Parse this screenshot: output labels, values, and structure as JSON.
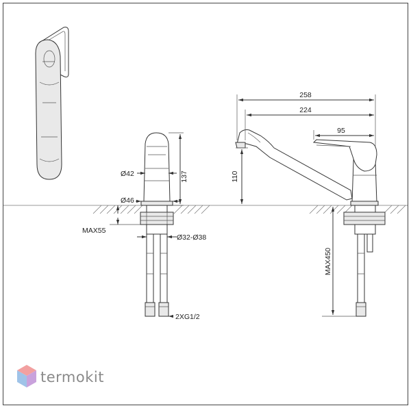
{
  "dimensions": {
    "d42": "Ø42",
    "h137": "137",
    "d46": "Ø46",
    "max55": "MAX55",
    "d32_38": "Ø32-Ø38",
    "xg": "2XG1/2",
    "w258": "258",
    "w224": "224",
    "w95": "95",
    "h110": "110",
    "max450": "MAX450"
  },
  "watermark": {
    "brand": "termokit",
    "colors": {
      "top": "#f2a0a0",
      "left": "#9fc3e8",
      "right": "#c9a2dc"
    }
  }
}
